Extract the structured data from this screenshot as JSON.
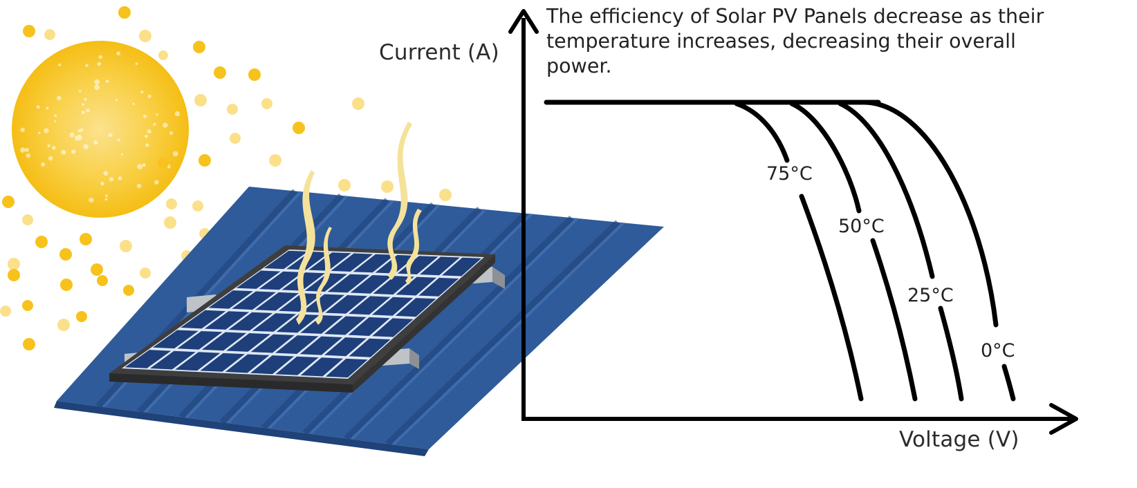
{
  "caption": "The efficiency of Solar PV Panels decrease as their temperature increases, decreasing their overall power.",
  "axes": {
    "y_label": "Current (A)",
    "x_label": "Voltage (V)"
  },
  "curves": [
    {
      "label": "75°C"
    },
    {
      "label": "50°C"
    },
    {
      "label": "25°C"
    },
    {
      "label": "0°C"
    }
  ],
  "colors": {
    "sun": "#f7c21b",
    "sun_light": "#fbe08a",
    "roof": "#2f5b9a",
    "roof_dark": "#1f4278",
    "panel_cell": "#1e3f7a",
    "panel_grid": "#dfe8f5",
    "frame": "#4a4a4a",
    "heat": "#f5e29a",
    "ink": "#000000"
  },
  "icons": {
    "sun": "sun-icon",
    "panel": "solar-panel-icon",
    "heat": "heat-waves-icon",
    "roof": "roof-icon"
  }
}
